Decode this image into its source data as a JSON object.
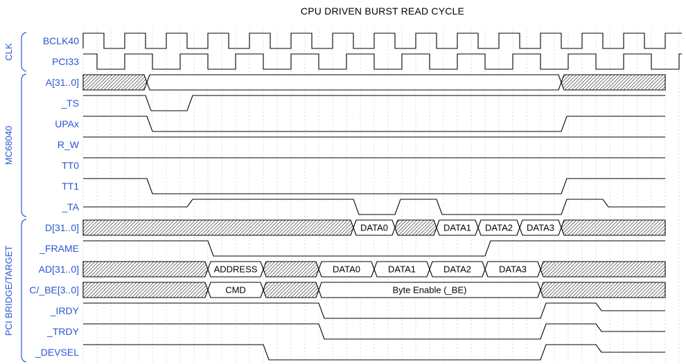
{
  "chart_data": {
    "type": "timing-diagram",
    "title": "CPU DRIVEN BURST READ CYCLE",
    "colors": {
      "label_blue": "#2857d4",
      "wave_black": "#000000",
      "grid_gray": "#d8d8d8",
      "hatch_gray": "#3a3a3a",
      "background": "#ffffff"
    },
    "groups": [
      {
        "label": "CLK",
        "signals": [
          "BCLK40",
          "PCI33"
        ]
      },
      {
        "label": "MC68040",
        "signals": [
          "A[31..0]",
          "_TS",
          "UPAx",
          "R_W",
          "TT0",
          "TT1",
          "_TA"
        ]
      },
      {
        "label": "PCI BRIDGE/TARGET",
        "signals": [
          "D[31..0]",
          "_FRAME",
          "AD[31..0]",
          "C/_BE[3..0]",
          "_IRDY",
          "_TRDY",
          "_DEVSEL"
        ]
      }
    ],
    "signals": [
      {
        "name": "BCLK40",
        "kind": "clock",
        "rise": 120,
        "period": 60,
        "end": 984
      },
      {
        "name": "PCI33",
        "kind": "clock",
        "rise": 100,
        "period": 80,
        "end": 984
      },
      {
        "name": "A[31..0]",
        "kind": "bus",
        "cells": [
          {
            "state": "x",
            "until": 212,
            "label": ""
          },
          {
            "state": "valid",
            "until": 810,
            "label": ""
          },
          {
            "state": "x",
            "until": 960,
            "label": ""
          }
        ]
      },
      {
        "name": "_TS",
        "kind": "line",
        "start": "1",
        "edges": [
          {
            "to": "0",
            "at": 210
          },
          {
            "to": "1",
            "at": 270
          }
        ],
        "end": 960
      },
      {
        "name": "UPAx",
        "kind": "line",
        "start": "1",
        "edges": [
          {
            "to": "0",
            "at": 212
          },
          {
            "to": "1",
            "at": 810
          }
        ],
        "end": 960
      },
      {
        "name": "R_W",
        "kind": "line",
        "start": "1",
        "edges": [],
        "end": 960
      },
      {
        "name": "TT0",
        "kind": "line",
        "start": "1",
        "edges": [],
        "end": 960
      },
      {
        "name": "TT1",
        "kind": "line",
        "start": "1",
        "edges": [
          {
            "to": "0",
            "at": 212
          },
          {
            "to": "1",
            "at": 810
          }
        ],
        "end": 960
      },
      {
        "name": "_TA",
        "kind": "line",
        "start": "z",
        "edges": [
          {
            "to": "1",
            "at": 270
          },
          {
            "to": "0",
            "at": 510
          },
          {
            "to": "1",
            "at": 570
          },
          {
            "to": "0",
            "at": 630
          },
          {
            "to": "1",
            "at": 810
          },
          {
            "to": "z",
            "at": 870
          }
        ],
        "end": 960
      },
      {
        "name": "D[31..0]",
        "kind": "bus",
        "cells": [
          {
            "state": "x",
            "until": 510,
            "label": ""
          },
          {
            "state": "valid",
            "until": 570,
            "label": "DATA0"
          },
          {
            "state": "x",
            "until": 630,
            "label": ""
          },
          {
            "state": "valid",
            "until": 690,
            "label": "DATA1"
          },
          {
            "state": "valid",
            "until": 750,
            "label": "DATA2"
          },
          {
            "state": "valid",
            "until": 810,
            "label": "DATA3"
          },
          {
            "state": "x",
            "until": 960,
            "label": ""
          }
        ]
      },
      {
        "name": "_FRAME",
        "kind": "line",
        "start": "1",
        "edges": [
          {
            "to": "0",
            "at": 300
          },
          {
            "to": "1",
            "at": 700
          }
        ],
        "end": 960
      },
      {
        "name": "AD[31..0]",
        "kind": "bus",
        "cells": [
          {
            "state": "x",
            "until": 300,
            "label": ""
          },
          {
            "state": "valid",
            "until": 380,
            "label": "ADDRESS"
          },
          {
            "state": "x",
            "until": 460,
            "label": ""
          },
          {
            "state": "valid",
            "until": 540,
            "label": "DATA0"
          },
          {
            "state": "valid",
            "until": 620,
            "label": "DATA1"
          },
          {
            "state": "valid",
            "until": 700,
            "label": "DATA2"
          },
          {
            "state": "valid",
            "until": 780,
            "label": "DATA3"
          },
          {
            "state": "x",
            "until": 960,
            "label": ""
          }
        ]
      },
      {
        "name": "C/_BE[3..0]",
        "kind": "bus",
        "cells": [
          {
            "state": "x",
            "until": 300,
            "label": ""
          },
          {
            "state": "valid",
            "until": 380,
            "label": "CMD"
          },
          {
            "state": "x",
            "until": 460,
            "label": ""
          },
          {
            "state": "valid",
            "until": 780,
            "label": "Byte Enable (_BE)"
          },
          {
            "state": "x",
            "until": 960,
            "label": ""
          }
        ]
      },
      {
        "name": "_IRDY",
        "kind": "line",
        "start": "1",
        "edges": [
          {
            "to": "0",
            "at": 460
          },
          {
            "to": "1",
            "at": 780
          },
          {
            "to": "z",
            "at": 860
          }
        ],
        "end": 960
      },
      {
        "name": "_TRDY",
        "kind": "line",
        "start": "1",
        "edges": [
          {
            "to": "0",
            "at": 460
          },
          {
            "to": "1",
            "at": 780
          },
          {
            "to": "z",
            "at": 860
          }
        ],
        "end": 960
      },
      {
        "name": "_DEVSEL",
        "kind": "line",
        "start": "1",
        "edges": [
          {
            "to": "0",
            "at": 380
          },
          {
            "to": "1",
            "at": 780
          },
          {
            "to": "z",
            "at": 860
          }
        ],
        "end": 960
      }
    ]
  }
}
